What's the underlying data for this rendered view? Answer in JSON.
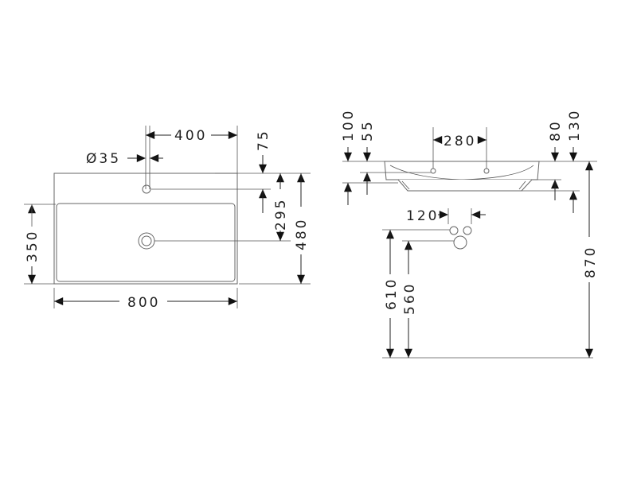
{
  "top_view": {
    "width": "800",
    "depth": "480",
    "bowl_depth": "350",
    "tap_offset": "400",
    "tap_hole_diameter": "Ø35",
    "tap_to_back": "75",
    "drain_to_back": "295"
  },
  "side_view": {
    "hole_spacing": "280",
    "rim_height_left": "100",
    "hole_height": "55",
    "rim_height_right": "80",
    "total_height_right": "130",
    "supply_spacing": "120",
    "supply_height": "610",
    "drain_height": "560",
    "mount_height": "870"
  }
}
